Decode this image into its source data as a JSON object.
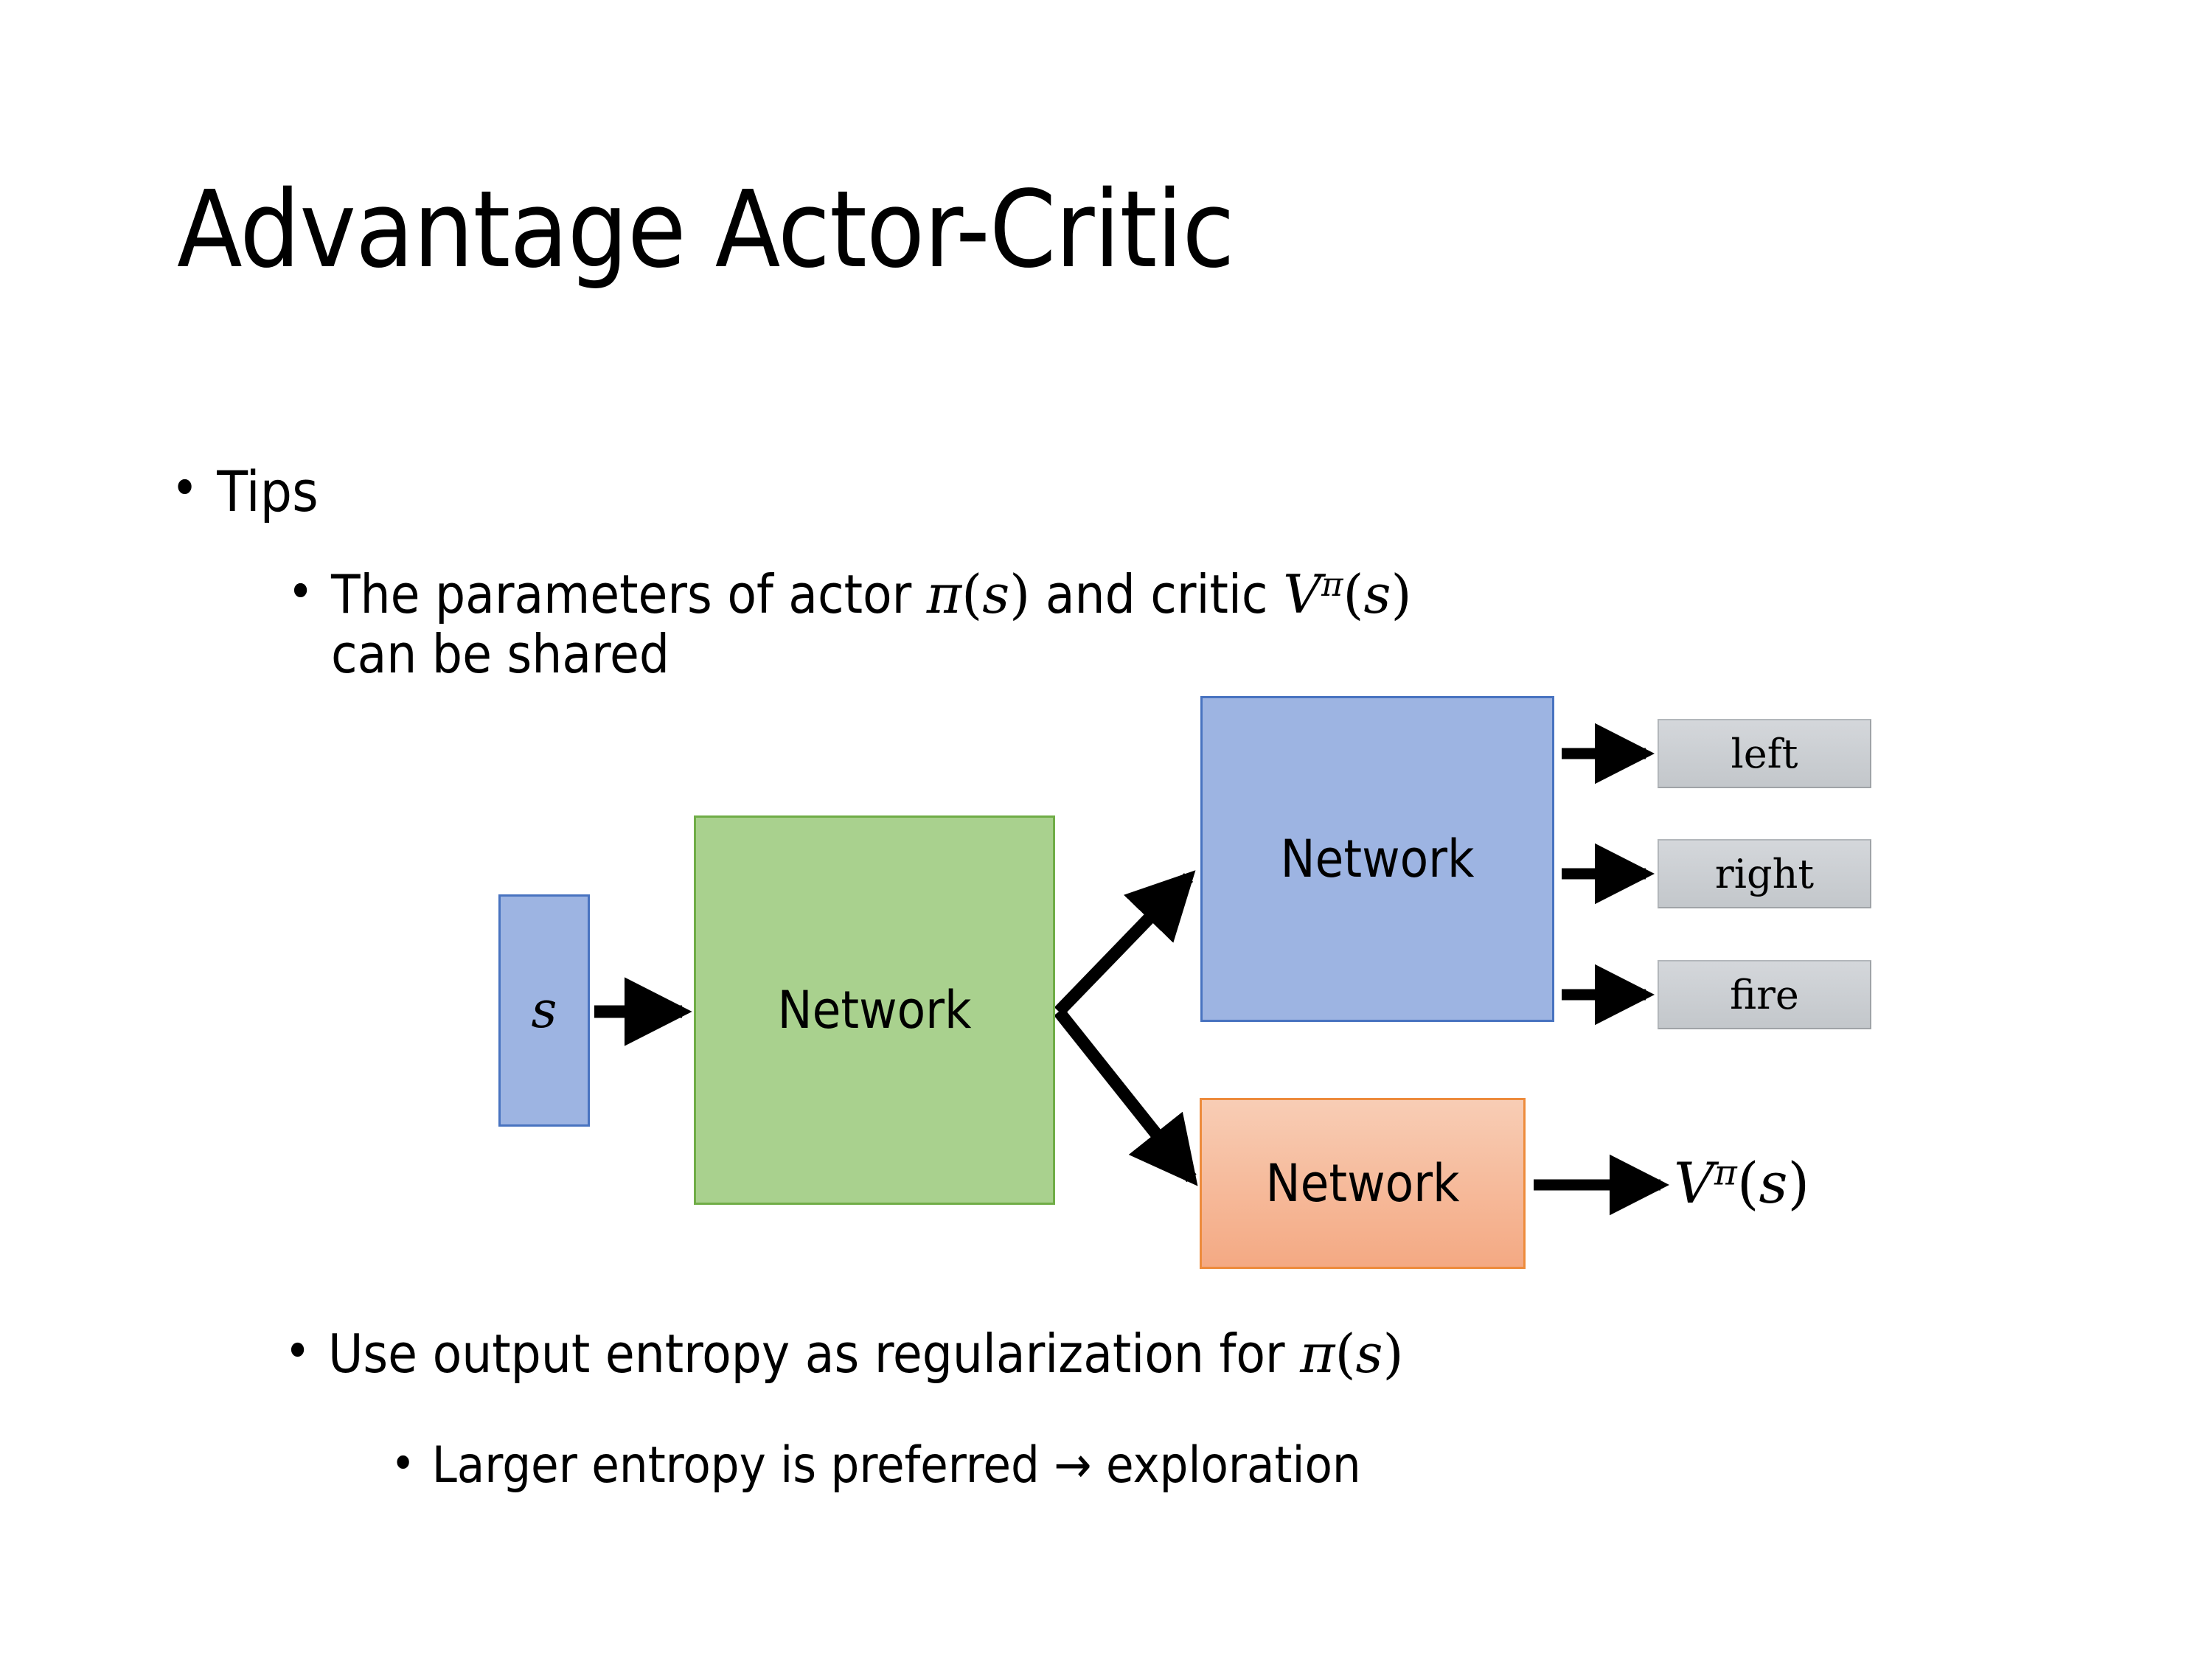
{
  "slide": {
    "title": "Advantage Actor-Critic",
    "background_color": "#FFFFFF"
  },
  "bullets": {
    "tips": {
      "marker": "•",
      "text": "Tips"
    },
    "shared_params": {
      "marker": "•",
      "text_part1": "The parameters of actor ",
      "math_pi": "π(s)",
      "text_part2": "  and critic ",
      "math_v": "Vπ(s)",
      "text_part3": "can be shared",
      "full_text": "The parameters of actor π(s)  and critic Vπ(s) can be shared"
    },
    "entropy": {
      "marker": "•",
      "text_part1": "Use output entropy as regularization for ",
      "math_pi": "π(s)",
      "full_text": "Use output entropy as regularization for π(s)"
    },
    "larger_entropy": {
      "marker": "•",
      "text": "Larger entropy is preferred → exploration"
    }
  },
  "diagram": {
    "state_box": {
      "label": "s",
      "fill": "#9DB4E2",
      "stroke": "#4873C0"
    },
    "shared_network": {
      "label": "Network",
      "fill": "#A9D18E",
      "stroke": "#70AD47"
    },
    "actor_network": {
      "label": "Network",
      "fill": "#9DB4E2",
      "stroke": "#4873C0"
    },
    "critic_network": {
      "label": "Network",
      "fill": "#F4A983",
      "stroke": "#ED8B3C"
    },
    "action_outputs": [
      {
        "label": "left",
        "fill": "#C8CBCF"
      },
      {
        "label": "right",
        "fill": "#C8CBCF"
      },
      {
        "label": "fire",
        "fill": "#C8CBCF"
      }
    ],
    "value_output": {
      "base": "V",
      "superscript": "π",
      "argument": "(s)",
      "label": "Vπ(s)"
    },
    "arrow_color": "#000000"
  }
}
